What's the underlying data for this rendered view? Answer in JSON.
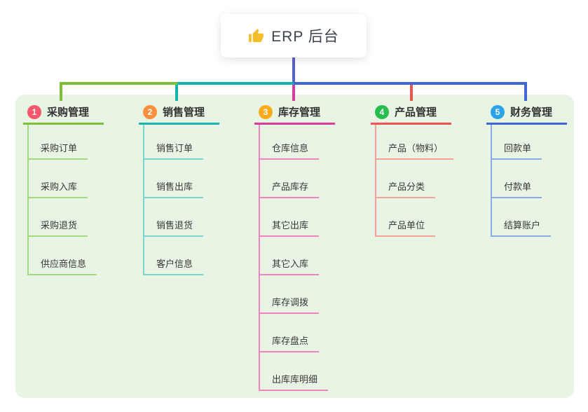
{
  "root": {
    "title": "ERP 后台",
    "icon": "thumbs-up",
    "icon_color": "#f6bd2b"
  },
  "canvas": {
    "panel_bg": "#e9f5e4"
  },
  "connectors": {
    "stem": "#5561d2"
  },
  "branches": [
    {
      "num": "1",
      "label": "采购管理",
      "color": "#7fbe3b",
      "light": "#a6d87c",
      "badge": "#f8566c",
      "children": [
        "采购订单",
        "采购入库",
        "采购退货",
        "供应商信息"
      ]
    },
    {
      "num": "2",
      "label": "销售管理",
      "color": "#14b3ab",
      "light": "#7dd6ce",
      "badge": "#fb8f3d",
      "children": [
        "销售订单",
        "销售出库",
        "销售退货",
        "客户信息"
      ]
    },
    {
      "num": "3",
      "label": "库存管理",
      "color": "#db3c9c",
      "light": "#f083c1",
      "badge": "#fbac1b",
      "children": [
        "仓库信息",
        "产品库存",
        "其它出库",
        "其它入库",
        "库存调拨",
        "库存盘点",
        "出库库明细"
      ]
    },
    {
      "num": "4",
      "label": "产品管理",
      "color": "#f0534f",
      "light": "#f8a09a",
      "badge": "#27bd4f",
      "children": [
        "产品（物料）",
        "产品分类",
        "产品单位"
      ]
    },
    {
      "num": "5",
      "label": "财务管理",
      "color": "#3f66d4",
      "light": "#90a9e5",
      "badge": "#2ba3e8",
      "children": [
        "回款单",
        "付款单",
        "结算账户"
      ]
    }
  ]
}
